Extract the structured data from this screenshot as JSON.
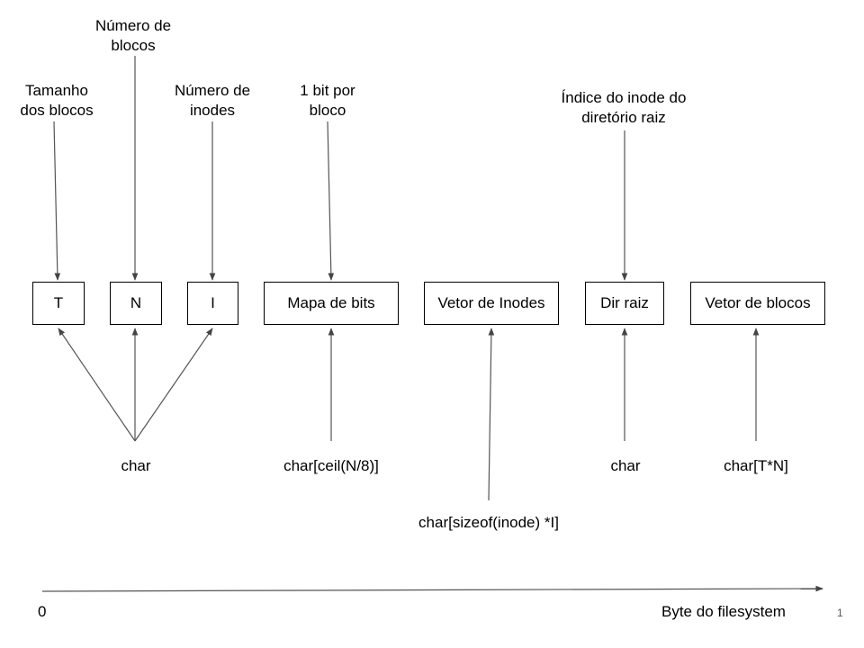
{
  "boxes": {
    "t": "T",
    "n": "N",
    "i": "I",
    "bitmap": "Mapa de bits",
    "inodes": "Vetor de Inodes",
    "root": "Dir raiz",
    "blocks": "Vetor de blocos"
  },
  "annotations_top": {
    "block_size": "Tamanho\ndos blocos",
    "block_count": "Número de\nblocos",
    "inode_count": "Número de\ninodes",
    "bit_per_block": "1 bit por\nbloco",
    "root_inode_index": "Índice do inode do\ndiretório raiz"
  },
  "types_bottom": {
    "char_shared": "char",
    "bitmap_type": "char[ceil(N/8)]",
    "inodes_type": "char[sizeof(inode) *I]",
    "root_type": "char",
    "blocks_type": "char[T*N]"
  },
  "axis": {
    "start": "0",
    "label": "Byte do filesystem"
  },
  "page_number": "1"
}
